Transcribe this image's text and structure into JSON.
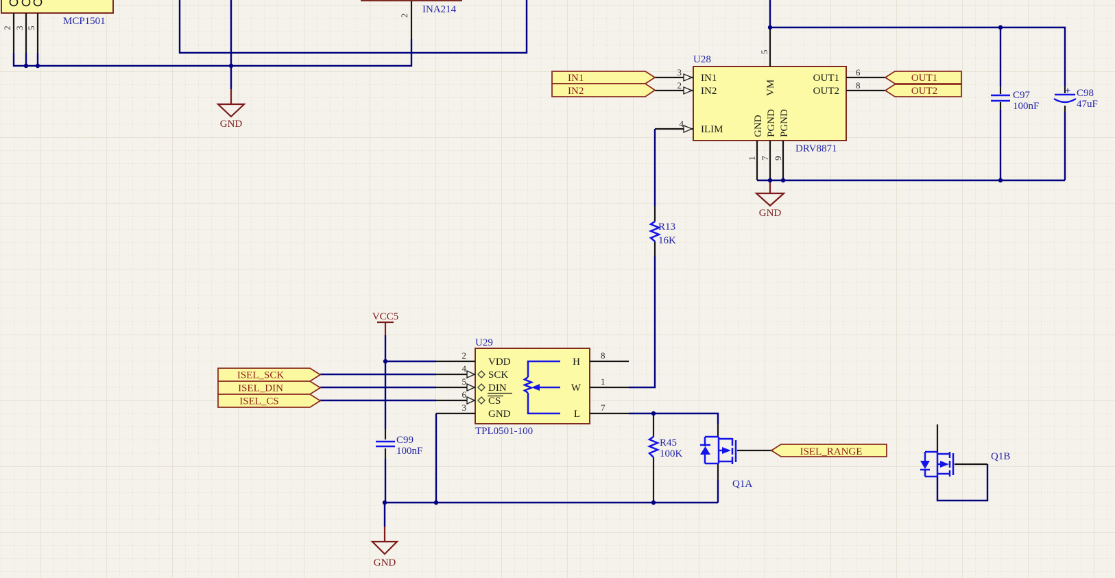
{
  "palette": {
    "background": "#F4F2EA",
    "wire": "#000080",
    "pin_black": "#141414",
    "graphic_blue": "#1414E8",
    "body_fill": "#FCFAA5",
    "body_border": "#7E2A22",
    "port_fill": "#FCF8A0",
    "port_text": "#8B1E14",
    "power_red": "#7C1A1A",
    "annotation_blue": "#2525A8"
  },
  "components": {
    "mcp1501": {
      "comment": "MCP1501",
      "pins": {
        "p2": "2",
        "p3": "3",
        "p5": "5"
      }
    },
    "ina214": {
      "comment": "INA214",
      "pin2": "2"
    },
    "u28": {
      "designator": "U28",
      "comment": "DRV8871",
      "pins": {
        "in1": {
          "num": "3",
          "name": "IN1"
        },
        "in2": {
          "num": "2",
          "name": "IN2"
        },
        "ilim": {
          "num": "4",
          "name": "ILIM"
        },
        "vm": {
          "num": "5",
          "name": "VM"
        },
        "out1": {
          "num": "6",
          "name": "OUT1"
        },
        "out2": {
          "num": "8",
          "name": "OUT2"
        },
        "gnd": {
          "num": "1",
          "name": "GND"
        },
        "pgnd1": {
          "num": "7",
          "name": "PGND"
        },
        "pgnd2": {
          "num": "9",
          "name": "PGND"
        }
      }
    },
    "u29": {
      "designator": "U29",
      "comment": "TPL0501-100",
      "pins": {
        "vdd": {
          "num": "2",
          "name": "VDD"
        },
        "sck": {
          "num": "4",
          "name": "SCK"
        },
        "din": {
          "num": "5",
          "name": "DIN"
        },
        "cs": {
          "num": "6",
          "name": "CS"
        },
        "gnd": {
          "num": "3",
          "name": "GND"
        },
        "h": {
          "num": "8",
          "name": "H"
        },
        "w": {
          "num": "1",
          "name": "W"
        },
        "l": {
          "num": "7",
          "name": "L"
        }
      }
    },
    "r13": {
      "designator": "R13",
      "value": "16K"
    },
    "r45": {
      "designator": "R45",
      "value": "100K"
    },
    "c97": {
      "designator": "C97",
      "value": "100nF"
    },
    "c98": {
      "designator": "C98",
      "value": "47uF",
      "polarity": "+"
    },
    "c99": {
      "designator": "C99",
      "value": "100nF"
    },
    "q1a": {
      "designator": "Q1A"
    },
    "q1b": {
      "designator": "Q1B"
    }
  },
  "ports": {
    "in1": "IN1",
    "in2": "IN2",
    "out1": "OUT1",
    "out2": "OUT2",
    "isel_sck": "ISEL_SCK",
    "isel_din": "ISEL_DIN",
    "isel_cs": "ISEL_CS",
    "isel_range": "ISEL_RANGE"
  },
  "power": {
    "vcc5": "VCC5",
    "gnd_top": "GND",
    "gnd_drv": "GND",
    "gnd_bottom": "GND"
  }
}
